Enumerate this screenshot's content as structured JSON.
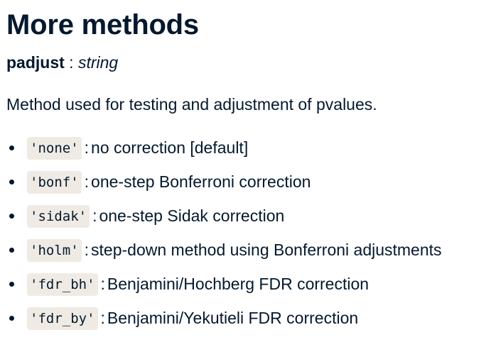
{
  "title": "More methods",
  "param": {
    "name": "padjust",
    "separator": ":",
    "type": "string"
  },
  "description": "Method used for testing and adjustment of pvalues.",
  "methods": [
    {
      "code": "'none'",
      "text": "no correction [default]"
    },
    {
      "code": "'bonf'",
      "text": "one-step Bonferroni correction"
    },
    {
      "code": "'sidak'",
      "text": "one-step Sidak correction"
    },
    {
      "code": "'holm'",
      "text": "step-down method using Bonferroni adjustments"
    },
    {
      "code": "'fdr_bh'",
      "text": "Benjamini/Hochberg FDR correction"
    },
    {
      "code": "'fdr_by'",
      "text": "Benjamini/Yekutieli FDR correction"
    }
  ],
  "item_separator": ":",
  "colors": {
    "text": "#05192d",
    "code_background": "#efebe4"
  }
}
